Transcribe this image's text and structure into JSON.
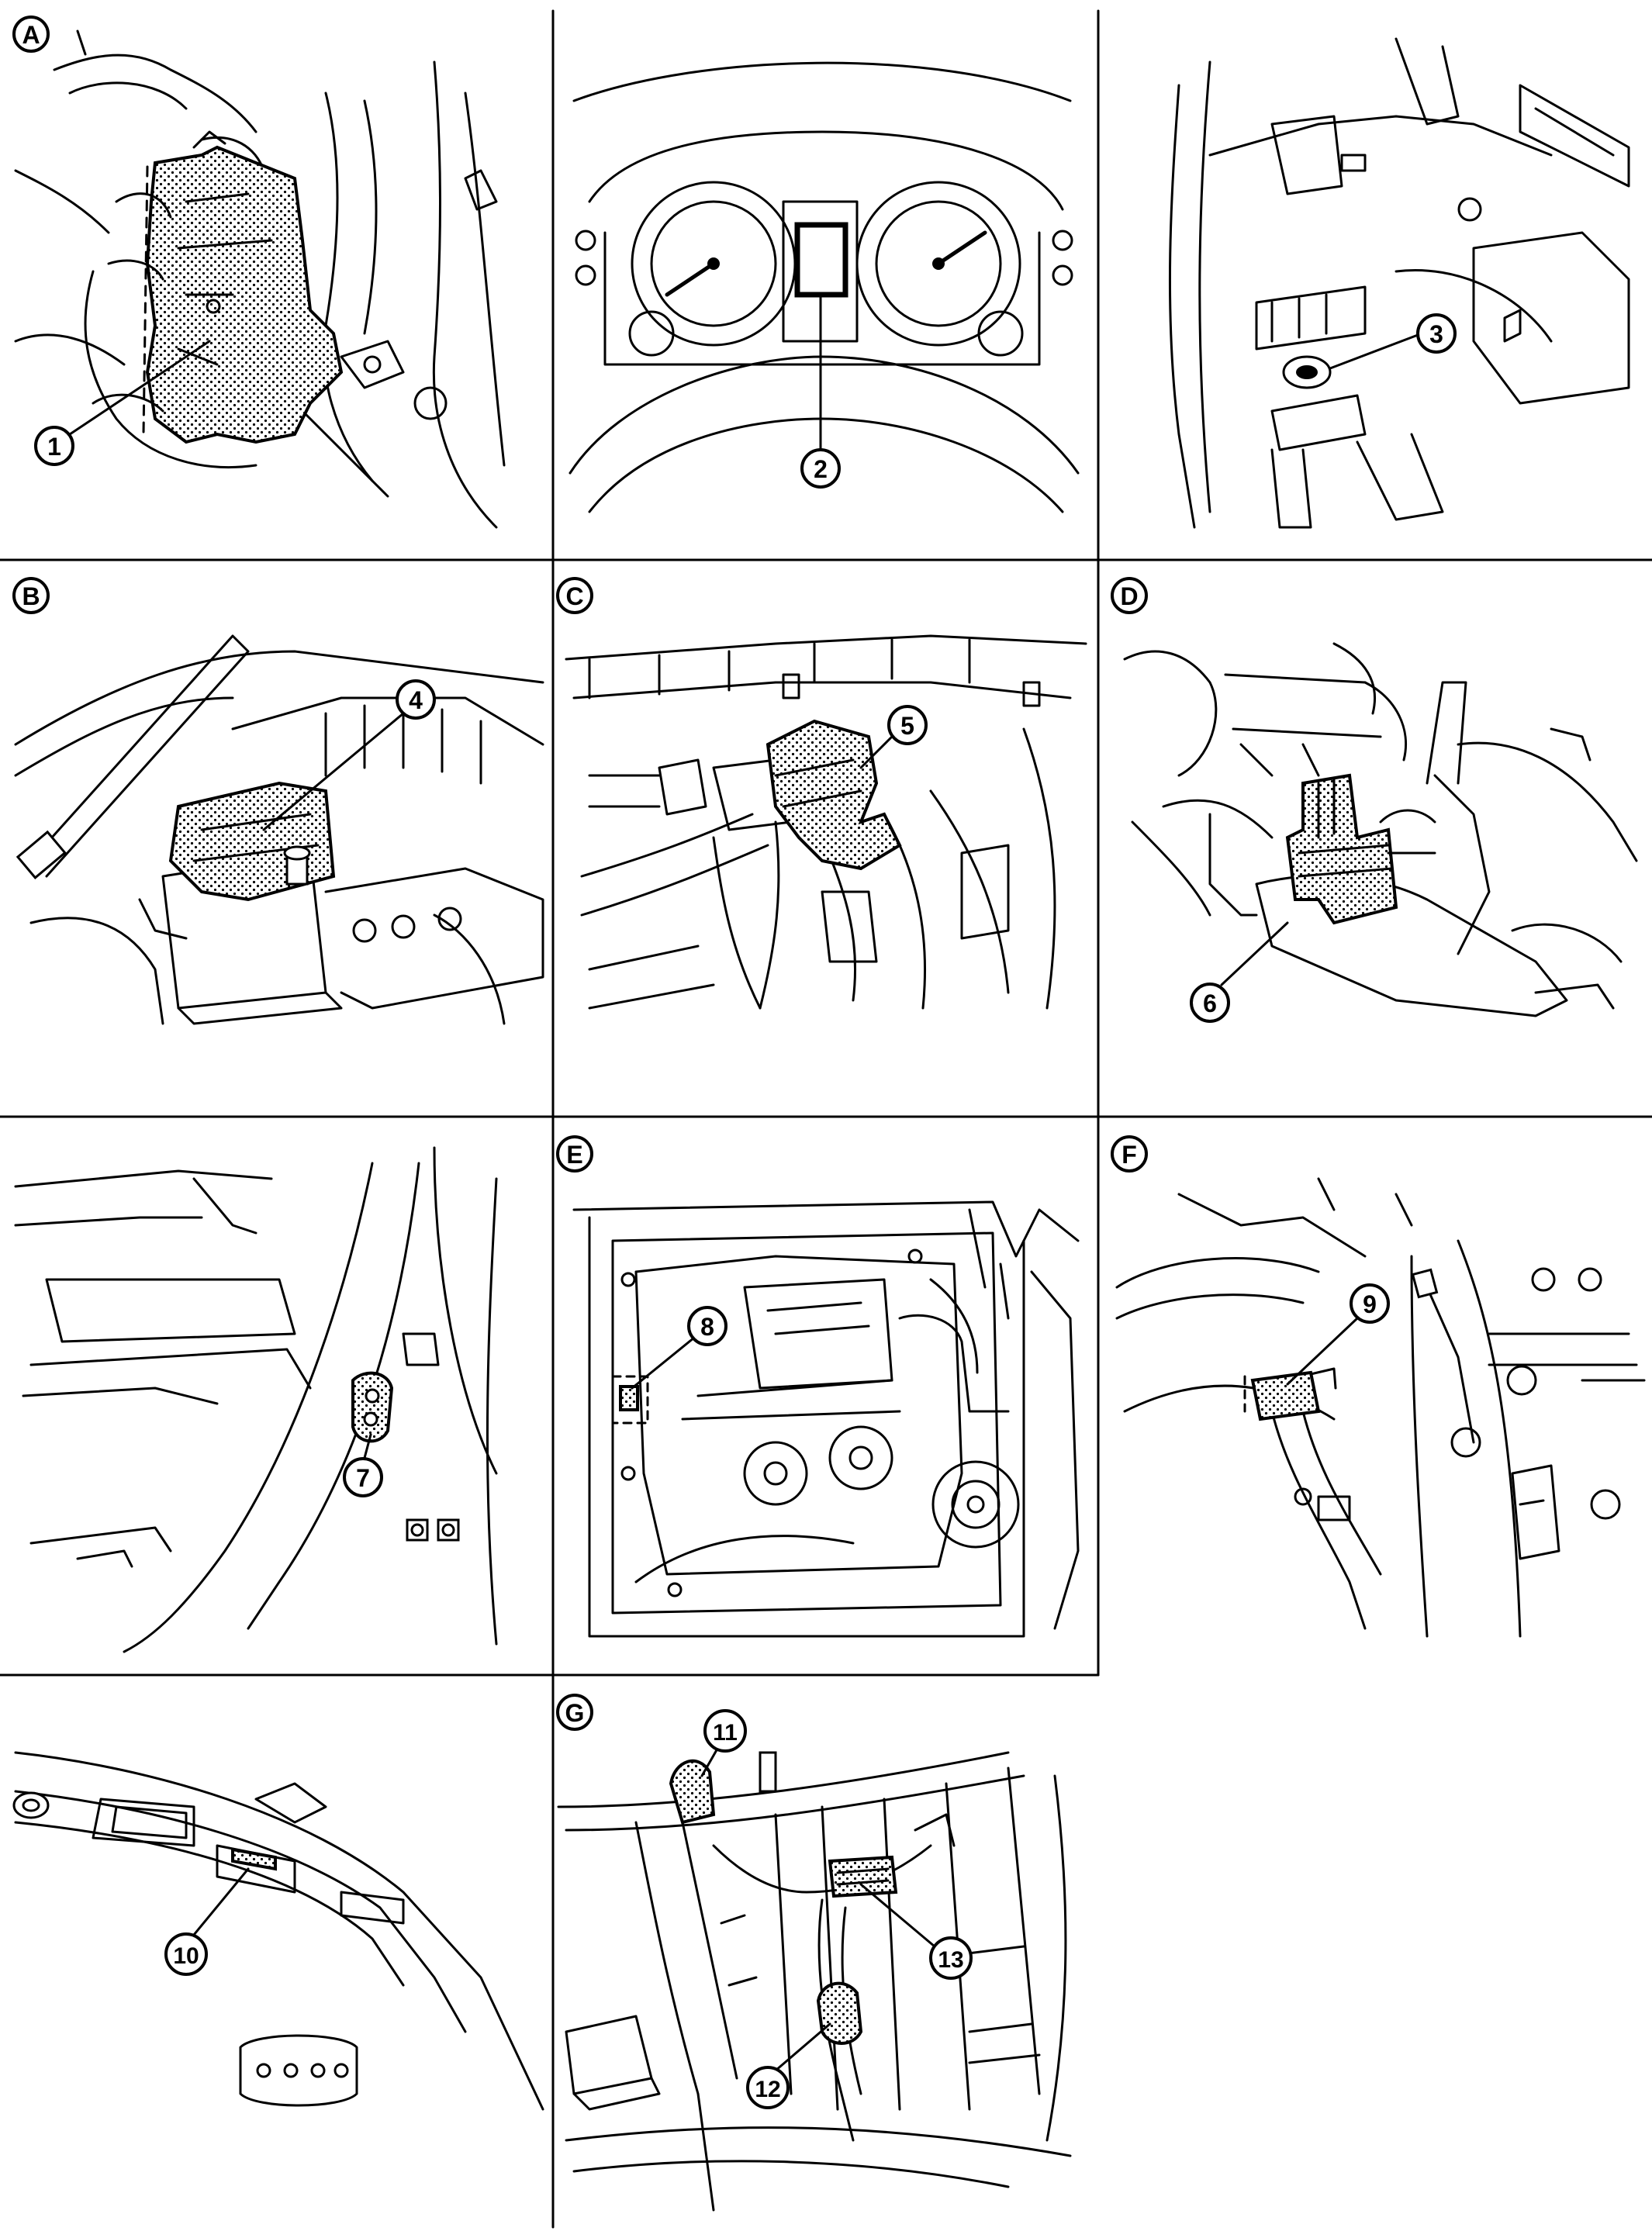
{
  "panel_letters": {
    "a": "A",
    "b": "B",
    "c": "C",
    "d": "D",
    "e": "E",
    "f": "F",
    "g": "G"
  },
  "callouts": {
    "c1": "1",
    "c2": "2",
    "c3": "3",
    "c4": "4",
    "c5": "5",
    "c6": "6",
    "c7": "7",
    "c8": "8",
    "c9": "9",
    "c10": "10",
    "c11": "11",
    "c12": "12",
    "c13": "13"
  },
  "colors": {
    "line": "#000000",
    "background": "#ffffff",
    "highlight_dots": "#000000"
  }
}
